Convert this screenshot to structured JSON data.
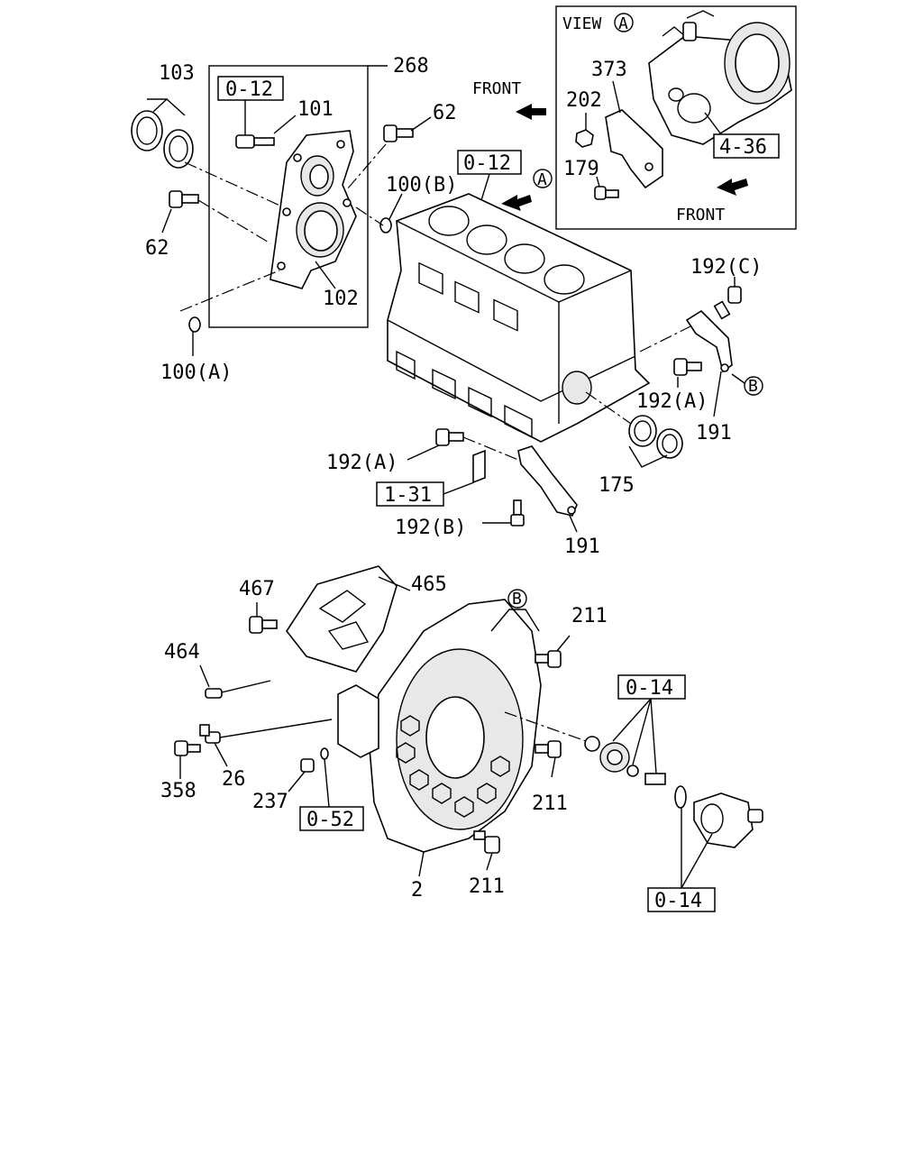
{
  "labels": {
    "l103": "103",
    "l268": "268",
    "l012a": "0-12",
    "l101": "101",
    "l62a": "62",
    "l62b": "62",
    "l100b": "100(B)",
    "l102": "102",
    "l100a": "100(A)",
    "front1": "FRONT",
    "l012b": "0-12",
    "markA1": "A",
    "view": "VIEW",
    "markA2": "A",
    "l373": "373",
    "l202": "202",
    "l436": "4-36",
    "l179": "179",
    "front2": "FRONT",
    "l192c": "192(C)",
    "markB1": "B",
    "l192a1": "192(A)",
    "l191a": "191",
    "l175": "175",
    "l192a2": "192(A)",
    "l131": "1-31",
    "l192b": "192(B)",
    "l191b": "191",
    "l467": "467",
    "l465": "465",
    "markB2": "B",
    "l211a": "211",
    "l464": "464",
    "l014a": "0-14",
    "l358": "358",
    "l26": "26",
    "l237": "237",
    "l052": "0-52",
    "l211b": "211",
    "l2": "2",
    "l211c": "211",
    "l014b": "0-14"
  }
}
